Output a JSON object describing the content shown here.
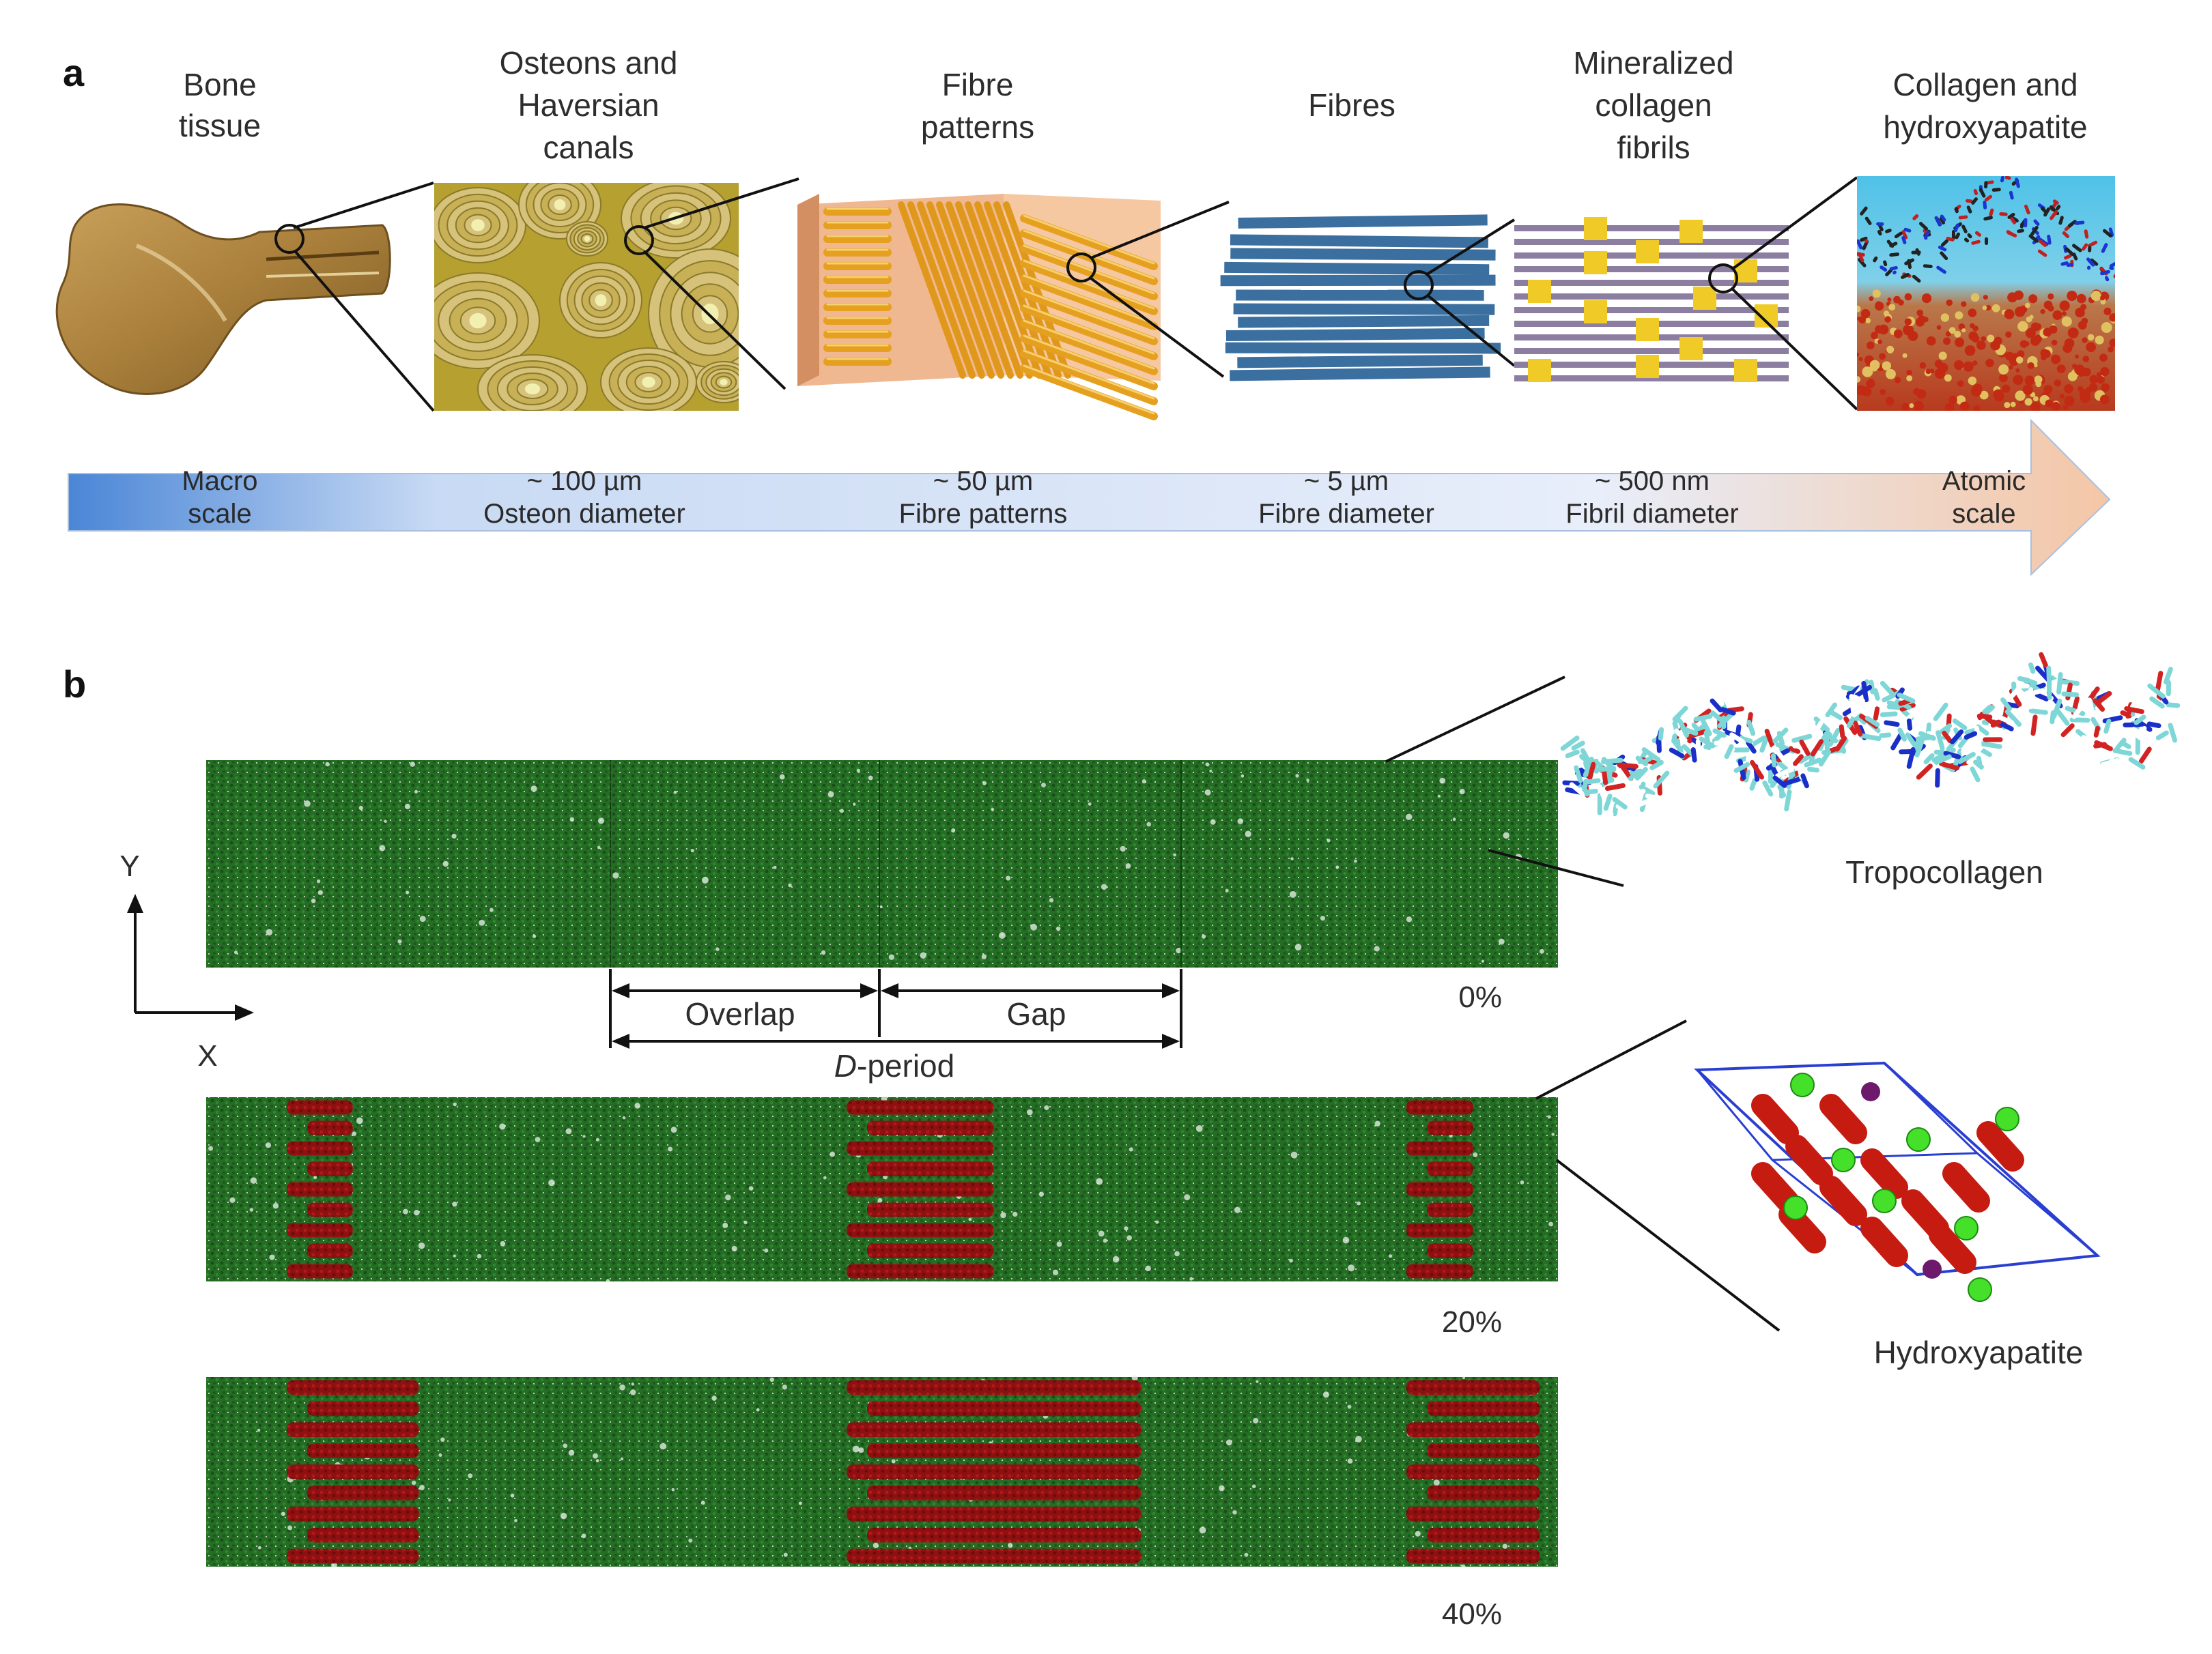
{
  "panel_a": {
    "letter": "a",
    "levels": [
      {
        "line1": "Bone",
        "line2": "tissue",
        "line3": ""
      },
      {
        "line1": "Osteons and",
        "line2": "Haversian",
        "line3": "canals"
      },
      {
        "line1": "Fibre",
        "line2": "patterns",
        "line3": ""
      },
      {
        "line1": "Fibres",
        "line2": "",
        "line3": ""
      },
      {
        "line1": "Mineralized",
        "line2": "collagen",
        "line3": "fibrils"
      },
      {
        "line1": "Collagen and",
        "line2": "hydroxyapatite",
        "line3": ""
      }
    ],
    "scale_labels": [
      {
        "line1": "Macro",
        "line2": "scale"
      },
      {
        "line1": "~ 100 µm",
        "line2": "Osteon diameter"
      },
      {
        "line1": "~ 50 µm",
        "line2": "Fibre patterns"
      },
      {
        "line1": "~ 5 µm",
        "line2": "Fibre diameter"
      },
      {
        "line1": "~ 500 nm",
        "line2": "Fibril diameter"
      },
      {
        "line1": "Atomic",
        "line2": "scale"
      }
    ]
  },
  "panel_b": {
    "letter": "b",
    "axis_y": "Y",
    "axis_x": "X",
    "overlap_label": "Overlap",
    "gap_label": "Gap",
    "dperiod_italic": "D",
    "dperiod_rest": "-period",
    "percent_labels": [
      "0%",
      "20%",
      "40%"
    ],
    "mineral_fraction": [
      0.0,
      0.2,
      0.4
    ],
    "tropocollagen_label": "Tropocollagen",
    "hydroxyapatite_label": "Hydroxyapatite"
  },
  "colors": {
    "collagen_green": "#1f6b1f",
    "mineral_red": "#9b1212",
    "scale_bar_start": "#4a86d6",
    "scale_bar_end": "#f4c6a6",
    "osteon_bg": "#b5a030",
    "fibril_purple": "#8c7ea0",
    "fibril_yellow": "#f0cb28",
    "fibre_blue": "#3a6f9f"
  }
}
